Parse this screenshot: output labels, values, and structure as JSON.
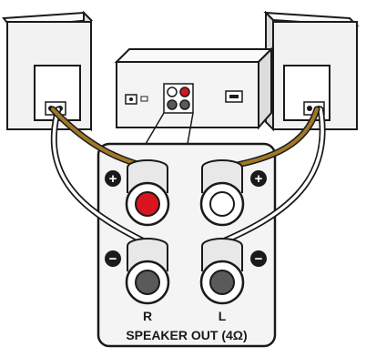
{
  "labels": {
    "right_channel": "R",
    "left_channel": "L",
    "panel_caption": "SPEAKER OUT (4Ω)",
    "plus_symbol": "+",
    "minus_symbol": "−"
  },
  "colors": {
    "positive_wire": "#a07828",
    "negative_wire": "#ffffff",
    "right_positive_terminal": "#d8141e",
    "left_positive_terminal": "#ffffff",
    "negative_terminal": "#5a5a5a",
    "outline": "#1a1a1a",
    "panel_fill": "#f4f4f4"
  },
  "icons": [
    "speaker-icon",
    "amplifier-icon",
    "binding-post-icon",
    "plus-icon",
    "minus-icon"
  ]
}
